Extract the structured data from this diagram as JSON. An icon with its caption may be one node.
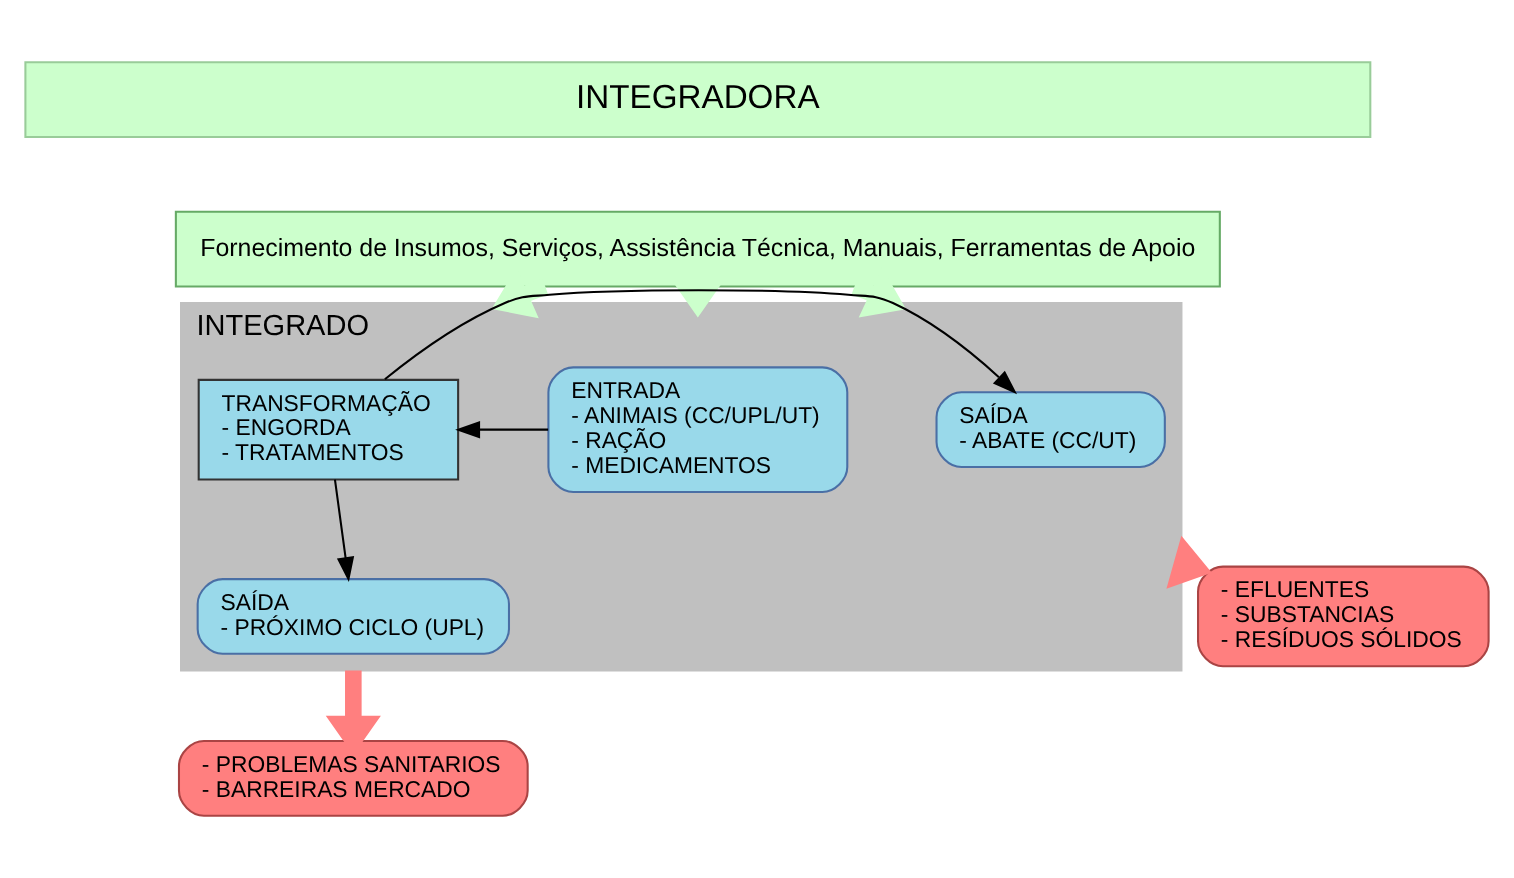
{
  "diagram": {
    "nodes": [
      {
        "text": [
          "INTEGRADORA"
        ]
      },
      {
        "text": [
          "Fornecimento de Insumos, Serviços, Assistência Técnica, Manuais, Ferramentas de Apoio"
        ]
      },
      {
        "text": [
          "INTEGRADO"
        ]
      },
      {
        "text": [
          "ENTRADA",
          "- ANIMAIS (CC/UPL/UT)",
          "- RAÇÃO",
          "- MEDICAMENTOS"
        ],
        "in": 2
      },
      {
        "text": [
          "TRANSFORMAÇÃO",
          "- ENGORDA",
          "- TRATAMENTOS"
        ],
        "in": 2
      },
      {
        "text": [
          "SAÍDA",
          "- ABATE (CC/UT)"
        ],
        "in": 2
      },
      {
        "text": [
          "SAÍDA",
          "- PRÓXIMO CICLO (UPL)"
        ],
        "in": 2
      },
      {
        "text": [
          "- EFLUENTES",
          "- SUBSTANCIAS",
          "- RESÍDUOS SÓLIDOS"
        ]
      },
      {
        "text": [
          "- PROBLEMAS SANITARIOS",
          "- BARREIRAS MERCADO"
        ]
      }
    ],
    "edges": [
      {
        "from": 1,
        "to": 2,
        "arrow": "to",
        "style": "thick",
        "color": "#ccffcc"
      },
      {
        "from": 1,
        "to": 2,
        "arrow": "to",
        "style": "thick",
        "color": "#ccffcc"
      },
      {
        "from": 1,
        "to": 2,
        "arrow": "to",
        "style": "thick",
        "color": "#ccffcc"
      },
      {
        "from": 3,
        "to": 4,
        "arrow": "to"
      },
      {
        "from": 4,
        "to": 5,
        "arrow": "to"
      },
      {
        "from": 4,
        "to": 6,
        "arrow": "to"
      },
      {
        "from": 2,
        "to": 7,
        "arrow": "to",
        "style": "thick",
        "color": "#ff7f7f"
      },
      {
        "from": 2,
        "to": 8,
        "arrow": "to",
        "style": "thick",
        "color": "#ff7f7f"
      }
    ]
  }
}
